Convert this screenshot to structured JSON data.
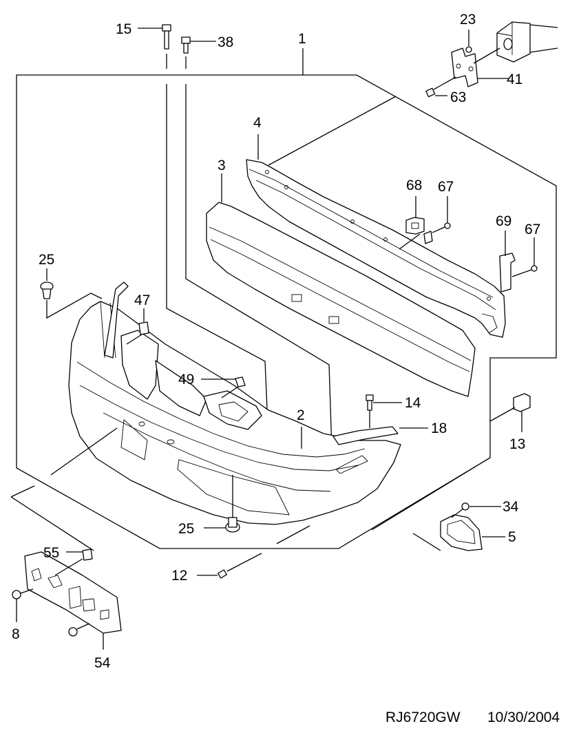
{
  "callouts": [
    {
      "id": "c1",
      "text": "1"
    },
    {
      "id": "c2",
      "text": "2"
    },
    {
      "id": "c3",
      "text": "3"
    },
    {
      "id": "c4",
      "text": "4"
    },
    {
      "id": "c5",
      "text": "5"
    },
    {
      "id": "c8",
      "text": "8"
    },
    {
      "id": "c12",
      "text": "12"
    },
    {
      "id": "c13",
      "text": "13"
    },
    {
      "id": "c14",
      "text": "14"
    },
    {
      "id": "c15",
      "text": "15"
    },
    {
      "id": "c18",
      "text": "18"
    },
    {
      "id": "c23",
      "text": "23"
    },
    {
      "id": "c25a",
      "text": "25"
    },
    {
      "id": "c25b",
      "text": "25"
    },
    {
      "id": "c34",
      "text": "34"
    },
    {
      "id": "c38",
      "text": "38"
    },
    {
      "id": "c41",
      "text": "41"
    },
    {
      "id": "c47",
      "text": "47"
    },
    {
      "id": "c49",
      "text": "49"
    },
    {
      "id": "c54",
      "text": "54"
    },
    {
      "id": "c55",
      "text": "55"
    },
    {
      "id": "c63",
      "text": "63"
    },
    {
      "id": "c67a",
      "text": "67"
    },
    {
      "id": "c67b",
      "text": "67"
    },
    {
      "id": "c68",
      "text": "68"
    },
    {
      "id": "c69",
      "text": "69"
    }
  ],
  "footer": {
    "code": "RJ6720GW",
    "date": "10/30/2004"
  }
}
